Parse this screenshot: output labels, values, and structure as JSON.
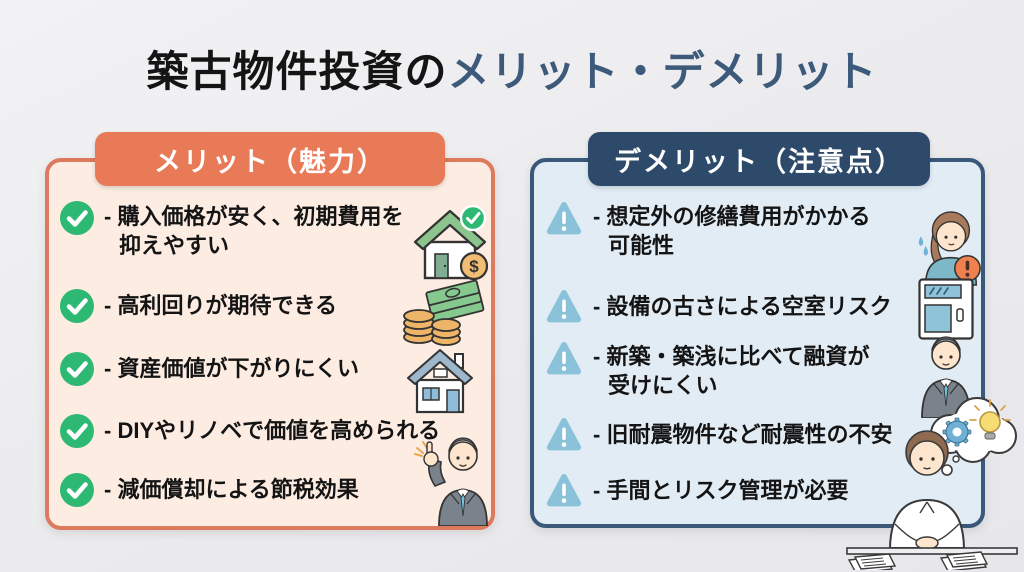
{
  "title": {
    "prefix": "築古物件投資の",
    "highlight": "メリット・デメリット"
  },
  "colors": {
    "page_background": "#ebebee",
    "title_text": "#141414",
    "title_highlight": "#3d5a7a",
    "merit_header_bg": "#e87a58",
    "merit_card_bg": "#fcece2",
    "merit_border": "#dd795c",
    "demerit_header_bg": "#2e4a6a",
    "demerit_card_bg": "#e2ecf4",
    "demerit_border": "#3a587a",
    "check_green": "#2db873",
    "warning_blue": "#8ac2da"
  },
  "merit": {
    "header": "メリット（魅力）",
    "items": [
      {
        "text": "- 購入価格が安く、初期費用を抑えやすい",
        "icon": "check-circle-icon",
        "art": "house-with-dollar-icon"
      },
      {
        "text": "- 高利回りが期待できる",
        "icon": "check-circle-icon",
        "art": "money-stack-icon"
      },
      {
        "text": "- 資産価値が下がりにくい",
        "icon": "check-circle-icon",
        "art": "house-icon"
      },
      {
        "text": "- DIYやリノベで価値を高められる",
        "icon": "check-circle-icon",
        "art": ""
      },
      {
        "text": "- 減価償却による節税効果",
        "icon": "check-circle-icon",
        "art": "pointing-businessman-icon"
      }
    ]
  },
  "demerit": {
    "header": "デメリット（注意点）",
    "items": [
      {
        "text": "- 想定外の修繕費用がかかる可能性",
        "icon": "warning-triangle-icon",
        "art": "worried-woman-icon"
      },
      {
        "text": "- 設備の古さによる空室リスク",
        "icon": "warning-triangle-icon",
        "art": "old-appliance-icon"
      },
      {
        "text": "- 新築・築浅に比べて融資が受けにくい",
        "icon": "warning-triangle-icon",
        "art": "businessman-icon"
      },
      {
        "text": "- 旧耐震物件など耐震性の不安",
        "icon": "warning-triangle-icon",
        "art": ""
      },
      {
        "text": "- 手間とリスク管理が必要",
        "icon": "warning-triangle-icon",
        "art": "thinking-person-at-desk-illustration"
      }
    ]
  }
}
